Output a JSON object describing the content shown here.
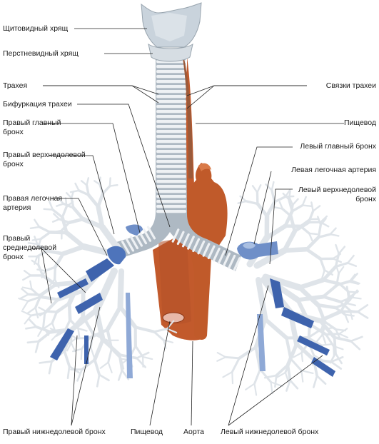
{
  "labels": {
    "thyroid_cartilage": "Щитовидный хрящ",
    "cricoid_cartilage": "Перстневидный хрящ",
    "trachea": "Трахея",
    "trachea_bifurcation": "Бифуркация трахеи",
    "right_main_bronchus_1": "Правый главный",
    "right_main_bronchus_2": "бронх",
    "right_upper_lobe_bronchus_1": "Правый верхнедолевой",
    "right_upper_lobe_bronchus_2": "бронх",
    "right_pulmonary_artery_1": "Правая легочная",
    "right_pulmonary_artery_2": "артерия",
    "right_middle_lobe_bronchus_1": "Правый",
    "right_middle_lobe_bronchus_2": "среднедолевой",
    "right_middle_lobe_bronchus_3": "бронх",
    "tracheal_ligaments": "Связки трахеи",
    "esophagus_right": "Пищевод",
    "left_main_bronchus": "Левый главный бронх",
    "left_pulmonary_artery": "Левая легочная артерия",
    "left_upper_lobe_bronchus_1": "Левый верхнедолевой",
    "left_upper_lobe_bronchus_2": "бронх",
    "right_lower_lobe_bronchus": "Правый нижнедолевой бронх",
    "esophagus_bottom": "Пищевод",
    "aorta": "Аорта",
    "left_lower_lobe_bronchus": "Левый нижнедолевой бронх"
  },
  "colors": {
    "cartilage": "#c9d3dc",
    "trachea_ring": "#e9edf1",
    "trachea_gap": "#aeb9c3",
    "bronchi": "#e4e8ec",
    "bronchi_edge": "#9aa4ad",
    "artery": "#4a6fb5",
    "artery_light": "#8fa9d6",
    "vein": "#7fa2d4",
    "esophagus": "#c0582c",
    "aorta": "#b8481f",
    "leader": "#222222"
  }
}
